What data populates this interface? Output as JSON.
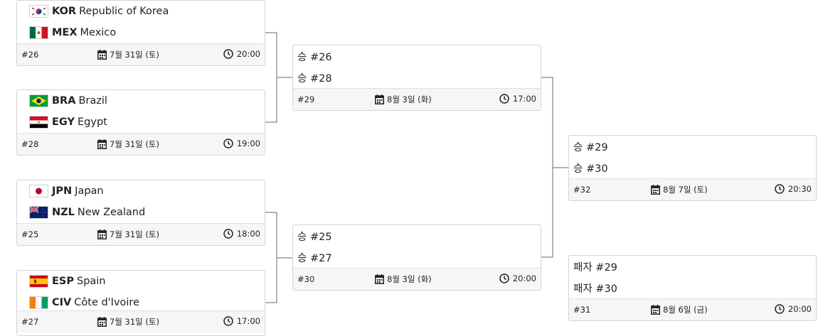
{
  "matches": [
    {
      "number": "#26",
      "date": "7월 31일 (토)",
      "time": "20:00",
      "teams": [
        {
          "code": "KOR",
          "name": "Republic of Korea",
          "flag": "korea-flag"
        },
        {
          "code": "MEX",
          "name": "Mexico",
          "flag": "mexico-flag"
        }
      ]
    },
    {
      "number": "#28",
      "date": "7월 31일 (토)",
      "time": "19:00",
      "teams": [
        {
          "code": "BRA",
          "name": "Brazil",
          "flag": "brazil-flag"
        },
        {
          "code": "EGY",
          "name": "Egypt",
          "flag": "egypt-flag"
        }
      ]
    },
    {
      "number": "#25",
      "date": "7월 31일 (토)",
      "time": "18:00",
      "teams": [
        {
          "code": "JPN",
          "name": "Japan",
          "flag": "japan-flag"
        },
        {
          "code": "NZL",
          "name": "New Zealand",
          "flag": "new-zealand-flag"
        }
      ]
    },
    {
      "number": "#27",
      "date": "7월 31일 (토)",
      "time": "17:00",
      "teams": [
        {
          "code": "ESP",
          "name": "Spain",
          "flag": "spain-flag"
        },
        {
          "code": "CIV",
          "name": "Côte d'Ivoire",
          "flag": "ivory-coast-flag"
        }
      ]
    }
  ],
  "semis": [
    {
      "number": "#29",
      "date": "8월 3일 (화)",
      "time": "17:00",
      "slots": [
        "승 #26",
        "승 #28"
      ]
    },
    {
      "number": "#30",
      "date": "8월 3일 (화)",
      "time": "20:00",
      "slots": [
        "승 #25",
        "승 #27"
      ]
    }
  ],
  "final": {
    "number": "#32",
    "date": "8월 7일 (토)",
    "time": "20:30",
    "slots": [
      "승 #29",
      "승 #30"
    ]
  },
  "bronze": {
    "number": "#31",
    "date": "8월 6일 (금)",
    "time": "20:00",
    "slots": [
      "패자 #29",
      "패자 #30"
    ]
  },
  "colors": {
    "border": "#d4d4d4",
    "footer_bg": "#f6f6f6",
    "connector": "#999999"
  },
  "icons": {
    "date": "calendar-icon",
    "time": "clock-icon"
  }
}
